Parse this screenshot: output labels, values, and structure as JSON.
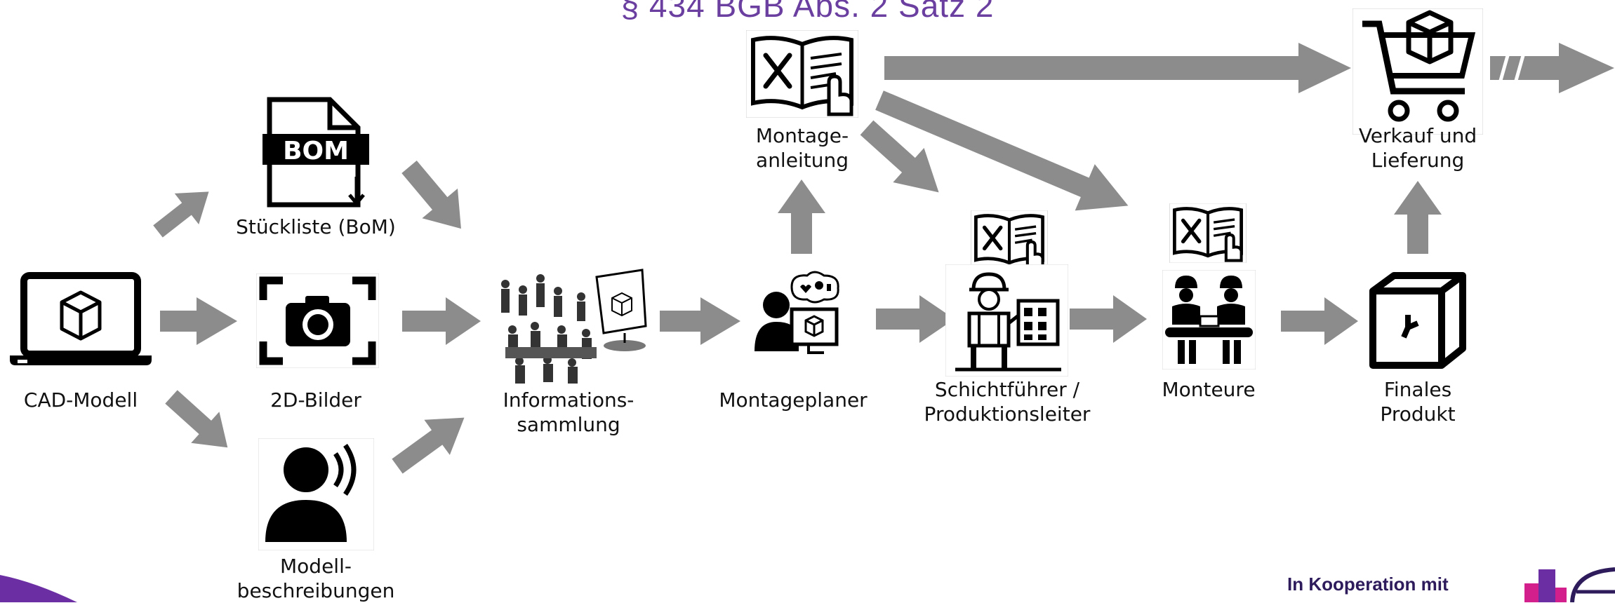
{
  "title": "§ 434 BGB Abs. 2 Satz 2",
  "nodes": {
    "cad": "CAD-Modell",
    "bom": "Stückliste (BoM)",
    "bom_icon_text": "BOM",
    "images": "2D-Bilder",
    "descriptions": "Modell-\nbeschreibungen",
    "info": "Informations-\nsammlung",
    "planner": "Montageplaner",
    "manual": "Montage-\nanleitung",
    "shift": "Schichtführer /\nProduktionsleiter",
    "fitters": "Monteure",
    "product": "Finales\nProdukt",
    "sales": "Verkauf und\nLieferung"
  },
  "footer": {
    "cooperation": "In Kooperation mit"
  },
  "colors": {
    "arrow": "#8c8c8c",
    "title": "#6a3fa0",
    "accent_purple": "#6b2fa3",
    "accent_pink": "#d21f8c"
  }
}
